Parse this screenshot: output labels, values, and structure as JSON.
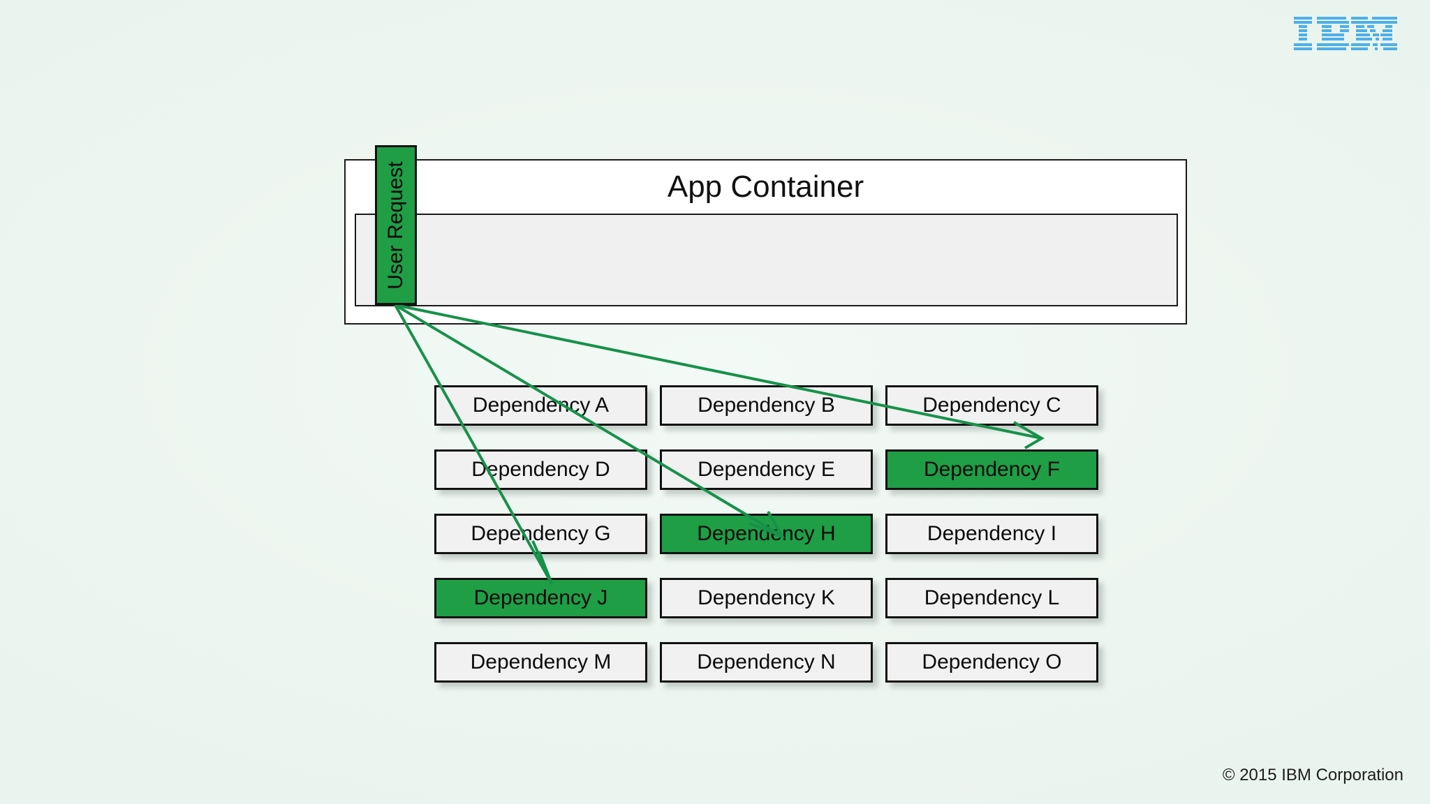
{
  "slide": {
    "background_color": "#eef6f1",
    "brand_blue": "#4dafe8",
    "highlight_green": "#1f9e46",
    "arrow_green": "#17914a"
  },
  "logo": {
    "name": "IBM",
    "alt": "ibm-logo"
  },
  "app_container": {
    "title": "App Container"
  },
  "user_request": {
    "label": "User Request"
  },
  "dependencies": {
    "columns": 3,
    "items": [
      {
        "label": "Dependency A",
        "highlighted": false
      },
      {
        "label": "Dependency B",
        "highlighted": false
      },
      {
        "label": "Dependency C",
        "highlighted": false
      },
      {
        "label": "Dependency D",
        "highlighted": false
      },
      {
        "label": "Dependency E",
        "highlighted": false
      },
      {
        "label": "Dependency F",
        "highlighted": true
      },
      {
        "label": "Dependency G",
        "highlighted": false
      },
      {
        "label": "Dependency H",
        "highlighted": true
      },
      {
        "label": "Dependency I",
        "highlighted": false
      },
      {
        "label": "Dependency J",
        "highlighted": true
      },
      {
        "label": "Dependency K",
        "highlighted": false
      },
      {
        "label": "Dependency L",
        "highlighted": false
      },
      {
        "label": "Dependency M",
        "highlighted": false
      },
      {
        "label": "Dependency N",
        "highlighted": false
      },
      {
        "label": "Dependency O",
        "highlighted": false
      }
    ]
  },
  "arrows": [
    {
      "from": "User Request",
      "to": "Dependency F"
    },
    {
      "from": "User Request",
      "to": "Dependency H"
    },
    {
      "from": "User Request",
      "to": "Dependency J"
    }
  ],
  "footer": {
    "copyright": "© 2015 IBM Corporation"
  }
}
